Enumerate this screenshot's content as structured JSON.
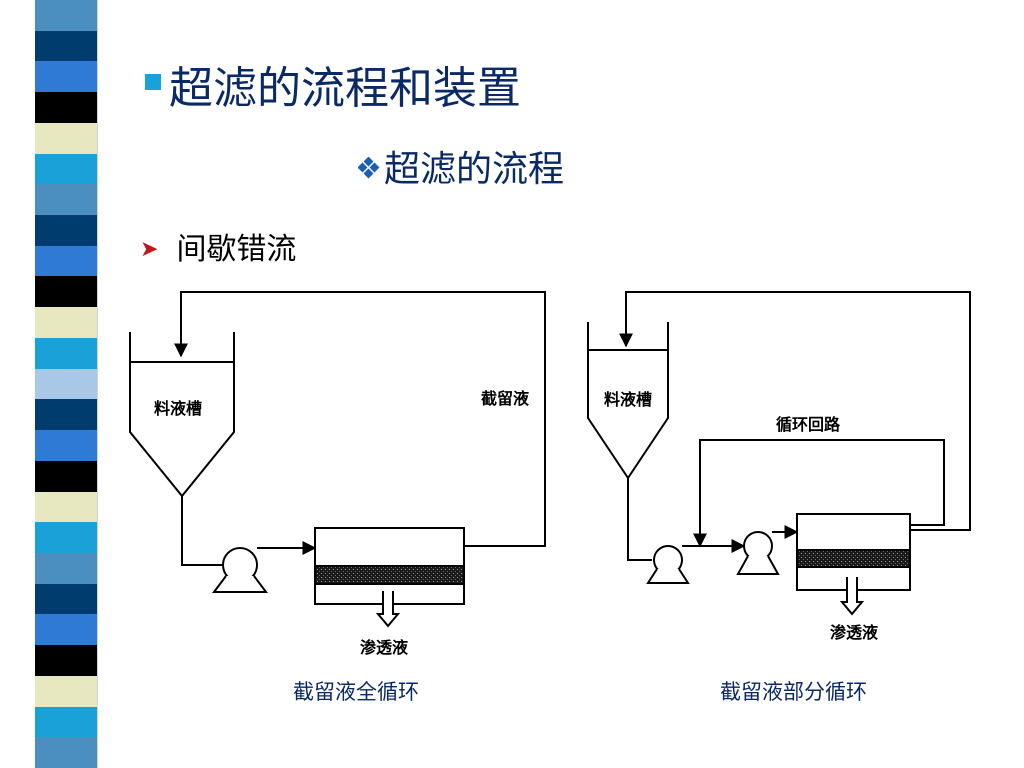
{
  "slide": {
    "title": "超滤的流程和装置",
    "subtitle": "超滤的流程",
    "bullet": "间歇错流"
  },
  "decoration": {
    "stripe_colors": [
      "#4a8fc0",
      "#003c6e",
      "#2e7ad4",
      "#000000",
      "#e8e8c0",
      "#1aa2d8",
      "#4a8fc0",
      "#003c6e",
      "#2e7ad4",
      "#000000",
      "#e8e8c0",
      "#1aa2d8",
      "#a9c8e8",
      "#003c6e",
      "#2e7ad4",
      "#000000",
      "#e8e8c0",
      "#1aa2d8",
      "#4a8fc0",
      "#003c6e",
      "#2e7ad4",
      "#000000",
      "#e8e8c0",
      "#1aa2d8",
      "#4a8fc0"
    ],
    "title_bullet_color": "#1aa2d8",
    "title_color": "#0a2a66",
    "arrow_bullet_color": "#c2161d"
  },
  "diagram_left": {
    "tank_label": "料液槽",
    "retentate_label": "截留液",
    "permeate_label": "渗透液",
    "caption": "截留液全循环"
  },
  "diagram_right": {
    "tank_label": "料液槽",
    "loop_label": "循环回路",
    "permeate_label": "渗透液",
    "caption": "截留液部分循环"
  }
}
